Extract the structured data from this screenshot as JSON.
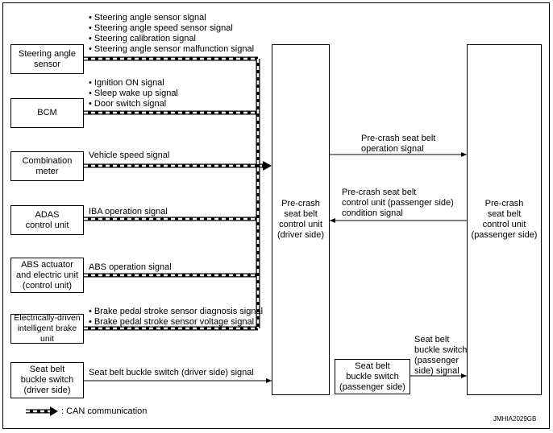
{
  "modules": {
    "steering_angle_sensor": "Steering angle\nsensor",
    "bcm": "BCM",
    "combination_meter": "Combination\nmeter",
    "adas": "ADAS\ncontrol unit",
    "abs": "ABS actuator\nand electric unit\n(control unit)",
    "brake_unit": "Electrically-driven\nintelligent brake unit",
    "buckle_driver": "Seat belt\nbuckle switch\n(driver side)",
    "buckle_passenger": "Seat belt\nbuckle switch\n(passenger side)",
    "pcsb_driver": "Pre-crash\nseat belt\ncontrol unit\n(driver side)",
    "pcsb_passenger": "Pre-crash\nseat belt\ncontrol unit\n(passenger side)"
  },
  "signals": {
    "steering": [
      "Steering angle sensor signal",
      "Steering angle speed sensor signal",
      "Steering calibration signal",
      "Steering angle sensor malfunction signal"
    ],
    "bcm": [
      "Ignition ON signal",
      "Sleep wake up signal",
      "Door switch signal"
    ],
    "vehicle_speed": "Vehicle speed signal",
    "iba": "IBA operation signal",
    "abs": "ABS operation signal",
    "brake": [
      "Brake pedal stroke sensor diagnosis signal",
      "Brake pedal stroke sensor voltage signal"
    ],
    "buckle_driver": "Seat belt buckle switch (driver side) signal",
    "operation": "Pre-crash seat belt\noperation signal",
    "condition": "Pre-crash seat belt\ncontrol unit (passenger side)\ncondition signal",
    "buckle_passenger": "Seat belt\nbuckle switch\n(passenger\nside) signal"
  },
  "legend": ": CAN communication",
  "figure_id": "JMHIA2029GB"
}
